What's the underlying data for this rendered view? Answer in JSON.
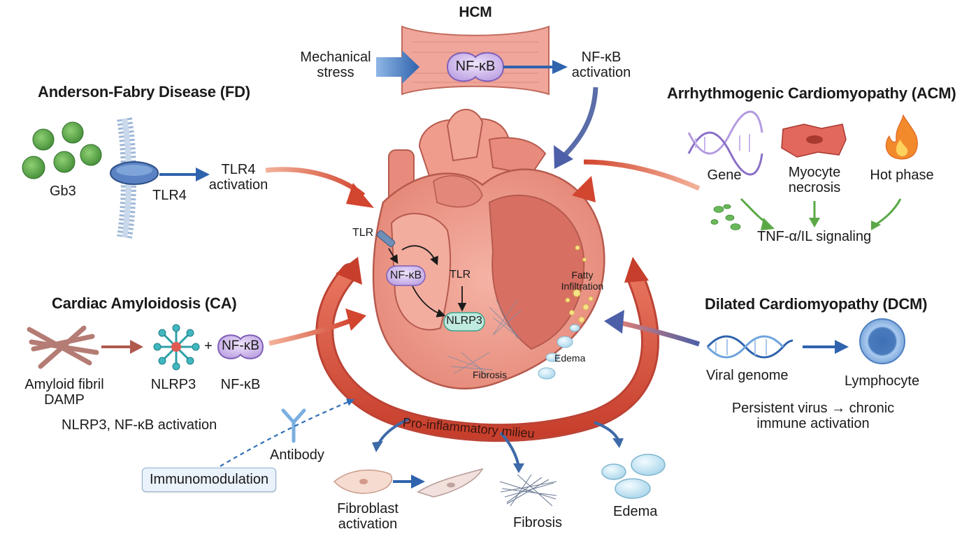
{
  "hcm": {
    "title": "HCM",
    "stress": [
      "Mechanical",
      "stress"
    ],
    "nfkb": "NF-κB",
    "activation": [
      "NF-κB",
      "activation"
    ]
  },
  "fd": {
    "title": "Anderson-Fabry Disease (FD)",
    "gb3": "Gb3",
    "tlr4": "TLR4",
    "activation": [
      "TLR4",
      "activation"
    ]
  },
  "acm": {
    "title": "Arrhythmogenic Cardiomyopathy (ACM)",
    "gene": "Gene",
    "necrosis": [
      "Myocyte",
      "necrosis"
    ],
    "hot": "Hot phase",
    "signaling": "TNF-α/IL signaling"
  },
  "ca": {
    "title": "Cardiac Amyloidosis (CA)",
    "fibril": [
      "Amyloid fibril",
      "DAMP"
    ],
    "nlrp3": "NLRP3",
    "plus": "+",
    "nfkb": "NF-κB",
    "nfkb_label": "NF-κB",
    "activation": "NLRP3, NF-κB activation"
  },
  "dcm": {
    "title": "Dilated Cardiomyopathy (DCM)",
    "viral": "Viral genome",
    "lymph": "Lymphocyte",
    "persist": [
      "Persistent virus → chronic",
      "immune activation"
    ]
  },
  "heart": {
    "tlr_left": "TLR",
    "nfkb": "NF-κB",
    "tlr_mid": "TLR",
    "nlrp3": "NLRP3",
    "fatty": [
      "Fatty",
      "Infiltration"
    ],
    "edema": "Edema",
    "fibrosis": "Fibrosis"
  },
  "milieu": "Pro-inflammatory milieu",
  "bottom": {
    "antibody": "Antibody",
    "immuno": "Immunomodulation",
    "fibroblast": [
      "Fibroblast",
      "activation"
    ],
    "fibrosis": "Fibrosis",
    "edema": "Edema"
  }
}
